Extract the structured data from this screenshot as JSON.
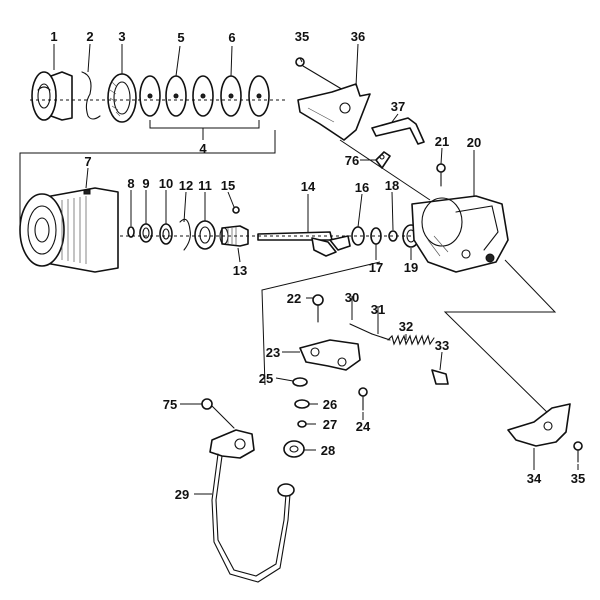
{
  "callouts": {
    "c1": "1",
    "c2": "2",
    "c3": "3",
    "c4": "4",
    "c5": "5",
    "c6": "6",
    "c7": "7",
    "c8": "8",
    "c9": "9",
    "c10": "10",
    "c11": "11",
    "c12": "12",
    "c13": "13",
    "c14": "14",
    "c15": "15",
    "c16": "16",
    "c17": "17",
    "c18": "18",
    "c19": "19",
    "c20": "20",
    "c21": "21",
    "c22": "22",
    "c23": "23",
    "c24": "24",
    "c25": "25",
    "c26": "26",
    "c27": "27",
    "c28": "28",
    "c29": "29",
    "c30": "30",
    "c31": "31",
    "c32": "32",
    "c33": "33",
    "c34": "34",
    "c35a": "35",
    "c35b": "35",
    "c36": "36",
    "c37": "37",
    "c75": "75",
    "c76": "76"
  },
  "colors": {
    "line": "#111111",
    "background": "#ffffff"
  }
}
